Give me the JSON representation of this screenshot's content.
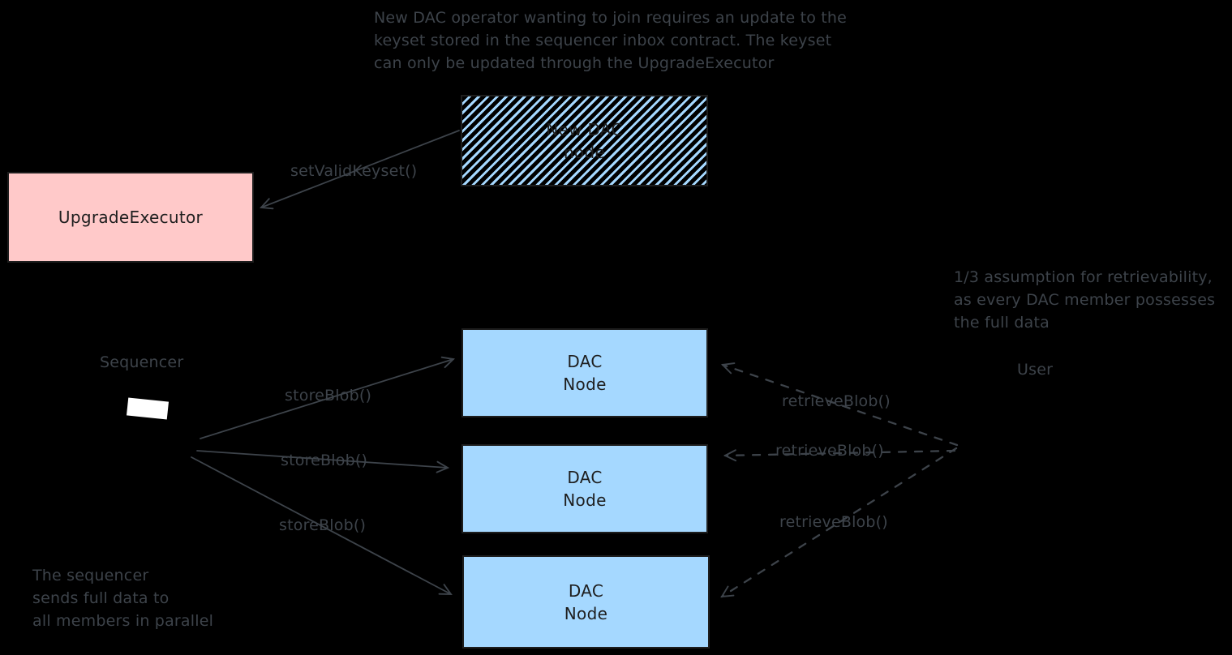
{
  "diagram": {
    "type": "excalidraw-style architecture diagram",
    "colors": {
      "background": "#000000",
      "line_and_label_gray": "#3d434a",
      "shape_ink": "#1e1e1e",
      "pink_fill": "#ffc9c9",
      "blue_fill": "#a5d8ff",
      "laptop_screen_white": "#ffffff"
    }
  },
  "notes": {
    "top": [
      "New DAC operator wanting to join requires an update to the",
      "keyset stored in the sequencer inbox contract. The keyset",
      "can only be updated through the UpgradeExecutor"
    ],
    "retrievability": [
      "1/3 assumption for retrievability,",
      "as every DAC member possesses",
      "the full data"
    ],
    "parallel": [
      "The sequencer",
      "sends full data to",
      "all members in parallel"
    ]
  },
  "nodes": {
    "new_dac": {
      "line1": "New DAC",
      "line2": "node",
      "fill": "#a5d8ff",
      "pattern": "hachure"
    },
    "upgrade_executor": {
      "label": "UpgradeExecutor",
      "fill": "#ffc9c9"
    },
    "dac1": {
      "line1": "DAC",
      "line2": "Node",
      "fill": "#a5d8ff"
    },
    "dac2": {
      "line1": "DAC",
      "line2": "Node",
      "fill": "#a5d8ff"
    },
    "dac3": {
      "line1": "DAC",
      "line2": "Node",
      "fill": "#a5d8ff"
    },
    "sequencer_label": "Sequencer",
    "user_label": "User"
  },
  "edges": {
    "set_valid_keyset": "setValidKeyset()",
    "store_blob_1": "storeBlob()",
    "store_blob_2": "storeBlob()",
    "store_blob_3": "storeBlob()",
    "retrieve_blob_1": "retrieveBlob()",
    "retrieve_blob_2": "retrieveBlob()",
    "retrieve_blob_3": "retrieveBlob()"
  }
}
